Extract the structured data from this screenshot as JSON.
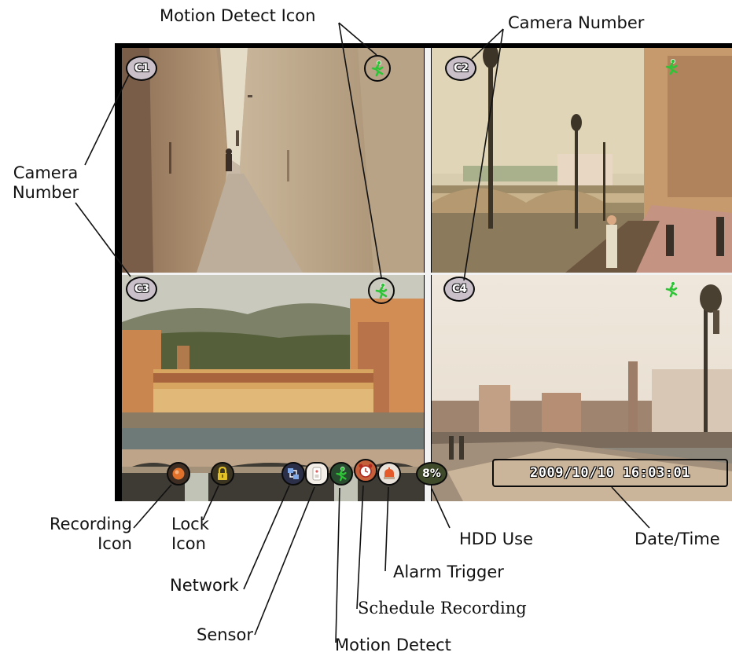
{
  "callouts": {
    "motion_detect_icon": "Motion Detect Icon",
    "camera_number_top": "Camera Number",
    "camera_number_left_1": "Camera",
    "camera_number_left_2": "Number",
    "recording_icon_1": "Recording",
    "recording_icon_2": "Icon",
    "lock_icon_1": "Lock",
    "lock_icon_2": "Icon",
    "network": "Network",
    "sensor": "Sensor",
    "motion_detect": "Motion Detect",
    "schedule_recording": "Schedule Recording",
    "alarm_trigger": "Alarm Trigger",
    "hdd_use": "HDD Use",
    "date_time": "Date/Time"
  },
  "cameras": [
    {
      "label": "C1"
    },
    {
      "label": "C2"
    },
    {
      "label": "C3"
    },
    {
      "label": "C4"
    }
  ],
  "status_bar": {
    "hdd_usage": "8%",
    "datetime": "2009/10/10  16:03:01"
  },
  "icons": {
    "motion": "running-man-icon",
    "recording": "recording-icon",
    "lock": "lock-icon",
    "network": "network-icon",
    "sensor": "sensor-icon",
    "schedule": "alarm-clock-icon",
    "alarm": "alarm-bell-icon"
  },
  "colors": {
    "motion_green": "#2fc437",
    "badge_gray": "#c9c0ca",
    "recording_orange": "#e0702a",
    "lock_yellow": "#e2c028",
    "monitor_border": "#000000"
  }
}
